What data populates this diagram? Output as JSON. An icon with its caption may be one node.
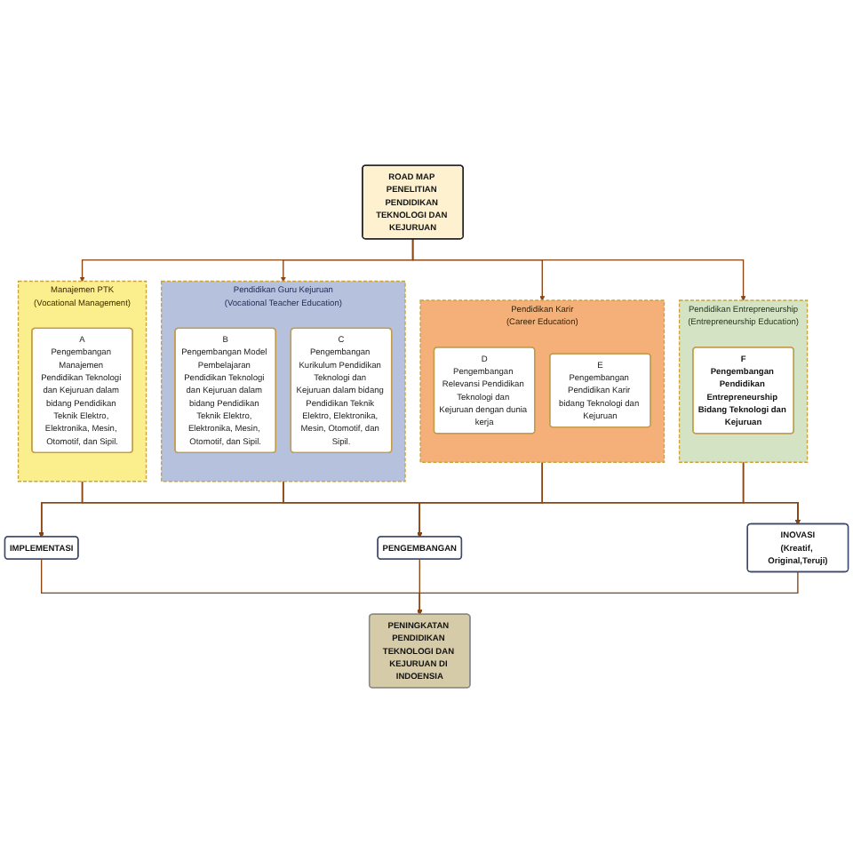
{
  "diagram": {
    "nodes": [
      {
        "text": [
          "ROAD MAP PENELITIAN PENDIDIKAN TEKNOLOGI DAN KEJURUAN"
        ]
      },
      {
        "text": [
          "Manajemen PTK",
          "(Vocational Management)"
        ]
      },
      {
        "text": [
          "A",
          "Pengembangan Manajemen Pendidikan Teknologi dan Kejuruan dalam bidang Pendidikan Teknik Elektro, Elektronika, Mesin, Otomotif, dan Sipil."
        ],
        "in": 1
      },
      {
        "text": [
          "Pendidikan Guru Kejuruan",
          "(Vocational Teacher Education)"
        ]
      },
      {
        "text": [
          "B",
          "Pengembangan Model Pembelajaran Pendidikan Teknologi dan Kejuruan dalam bidang Pendidikan Teknik Elektro, Elektronika, Mesin, Otomotif, dan Sipil."
        ],
        "in": 3
      },
      {
        "text": [
          "C",
          "Pengembangan Kurikulum Pendidikan Teknologi dan Kejuruan dalam bidang Pendidikan Teknik Elektro, Elektronika, Mesin, Otomotif, dan Sipil."
        ],
        "in": 3
      },
      {
        "text": [
          "Pendidikan Karir",
          "(Career Education)"
        ]
      },
      {
        "text": [
          "D",
          "Pengembangan Relevansi Pendidikan Teknologi dan Kejuruan dengan dunia kerja"
        ],
        "in": 6
      },
      {
        "text": [
          "E",
          "Pengembangan Pendidikan Karir bidang Teknologi dan Kejuruan"
        ],
        "in": 6
      },
      {
        "text": [
          "Pendidikan Entrepreneurship",
          "(Entrepreneurship Education)"
        ]
      },
      {
        "text": [
          "F",
          "Pengembangan Pendidikan Entrepreneurship Bidang Teknologi dan Kejuruan"
        ],
        "in": 9
      },
      {
        "text": [
          "IMPLEMENTASI"
        ]
      },
      {
        "text": [
          "PENGEMBANGAN"
        ]
      },
      {
        "text": [
          "INOVASI",
          "(Kreatif, Original,Teruji)"
        ]
      },
      {
        "text": [
          "PENINGKATAN PENDIDIKAN TEKNOLOGI DAN KEJURUAN DI INDOENSIA"
        ]
      }
    ],
    "edges": [
      {
        "from": 0,
        "to": 1,
        "arrow": "to"
      },
      {
        "from": 0,
        "to": 3,
        "arrow": "to"
      },
      {
        "from": 0,
        "to": 6,
        "arrow": "to"
      },
      {
        "from": 0,
        "to": 9,
        "arrow": "to"
      },
      {
        "from": 1,
        "to": 11,
        "arrow": "to"
      },
      {
        "from": 1,
        "to": 12,
        "arrow": "to"
      },
      {
        "from": 1,
        "to": 13,
        "arrow": "to"
      },
      {
        "from": 3,
        "to": 11,
        "arrow": "to"
      },
      {
        "from": 3,
        "to": 12,
        "arrow": "to"
      },
      {
        "from": 3,
        "to": 13,
        "arrow": "to"
      },
      {
        "from": 6,
        "to": 11,
        "arrow": "to"
      },
      {
        "from": 6,
        "to": 12,
        "arrow": "to"
      },
      {
        "from": 6,
        "to": 13,
        "arrow": "to"
      },
      {
        "from": 9,
        "to": 11,
        "arrow": "to"
      },
      {
        "from": 9,
        "to": 12,
        "arrow": "to"
      },
      {
        "from": 9,
        "to": 13,
        "arrow": "to"
      },
      {
        "from": 11,
        "to": 14,
        "arrow": "to"
      },
      {
        "from": 12,
        "to": 14,
        "arrow": "to"
      },
      {
        "from": 13,
        "to": 14,
        "arrow": "to"
      }
    ]
  }
}
